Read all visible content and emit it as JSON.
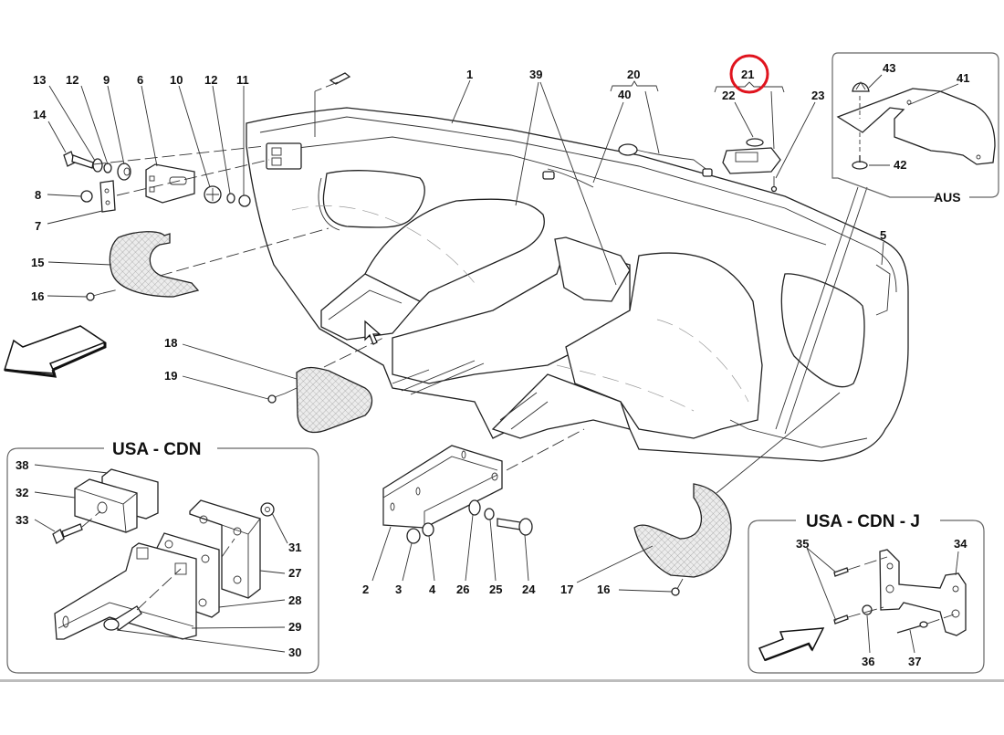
{
  "diagram": {
    "title": "Rear bumper exploded parts diagram",
    "highlight": {
      "part": "21",
      "color": "#e0141e"
    },
    "callouts": {
      "c1": "1",
      "c2": "2",
      "c3": "3",
      "c4": "4",
      "c5": "5",
      "c6": "6",
      "c7": "7",
      "c8": "8",
      "c9": "9",
      "c10": "10",
      "c11": "11",
      "c12a": "12",
      "c12b": "12",
      "c13": "13",
      "c14": "14",
      "c15": "15",
      "c16a": "16",
      "c16b": "16",
      "c17": "17",
      "c18": "18",
      "c19": "19",
      "c20": "20",
      "c21": "21",
      "c22": "22",
      "c23": "23",
      "c24": "24",
      "c25": "25",
      "c26": "26",
      "c27": "27",
      "c28": "28",
      "c29": "29",
      "c30": "30",
      "c31": "31",
      "c32": "32",
      "c33": "33",
      "c34": "34",
      "c35": "35",
      "c36": "36",
      "c37": "37",
      "c38": "38",
      "c39": "39",
      "c40": "40",
      "c41": "41",
      "c42": "42",
      "c43": "43"
    },
    "insets": {
      "aus": {
        "title": "AUS",
        "parts": [
          "41",
          "42",
          "43"
        ]
      },
      "usa_cdn": {
        "title": "USA - CDN",
        "parts": [
          "27",
          "28",
          "29",
          "30",
          "31",
          "32",
          "33",
          "38"
        ]
      },
      "usa_cdn_j": {
        "title": "USA - CDN - J",
        "parts": [
          "34",
          "35",
          "36",
          "37"
        ]
      }
    },
    "direction_arrows": [
      "front-direction-arrow",
      "inset-direction-arrow"
    ]
  }
}
